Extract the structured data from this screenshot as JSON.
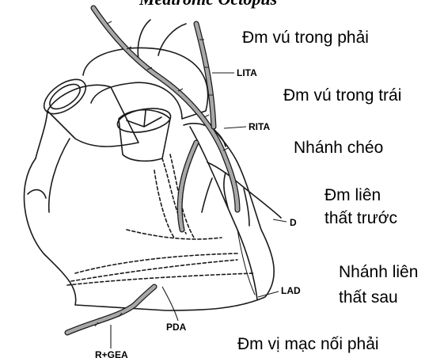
{
  "title": "Medtronic Octopus",
  "labels_vi": {
    "rima": "Đm vú trong phải",
    "lima": "Đm vú trong trái",
    "diagonal": "Nhánh chéo",
    "lad_line1": "Đm liên",
    "lad_line2": "thất trước",
    "pda_line1": "Nhánh liên",
    "pda_line2": "thất sau",
    "rgea": "Đm vị mạc nối phải"
  },
  "tags": {
    "lita": "LITA",
    "rita": "RITA",
    "d": "D",
    "lad": "LAD",
    "pda": "PDA",
    "rgea": "R+GEA"
  },
  "colors": {
    "line": "#1a1a1a",
    "graft": "#a8a8a8",
    "background": "#ffffff"
  }
}
